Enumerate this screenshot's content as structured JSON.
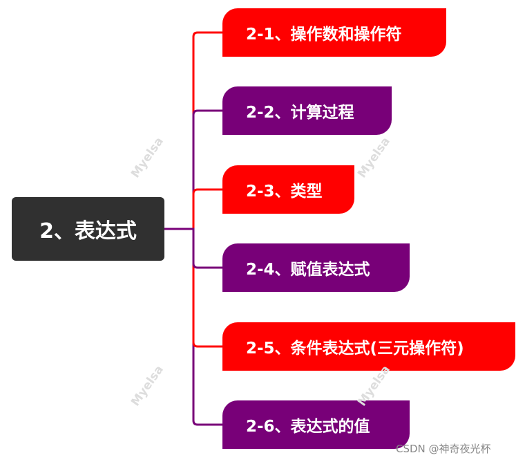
{
  "root": {
    "label": "2、表达式",
    "color": "#303030"
  },
  "colors": {
    "red": "#ff0000",
    "purple": "#780078"
  },
  "nodes": [
    {
      "label": "2-1、操作数和操作符",
      "color": "#ff0000"
    },
    {
      "label": "2-2、计算过程",
      "color": "#780078"
    },
    {
      "label": "2-3、类型",
      "color": "#ff0000"
    },
    {
      "label": "2-4、赋值表达式",
      "color": "#780078"
    },
    {
      "label": "2-5、条件表达式(三元操作符)",
      "color": "#ff0000"
    },
    {
      "label": "2-6、表达式的值",
      "color": "#780078"
    }
  ],
  "watermark": "Myelsa",
  "credit": "CSDN @神奇夜光杯"
}
